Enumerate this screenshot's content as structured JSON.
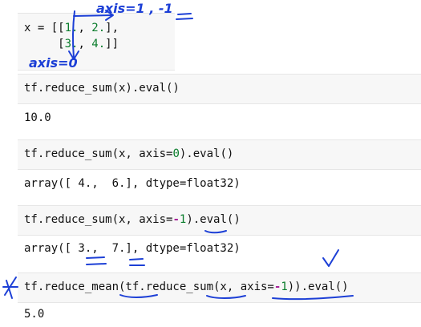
{
  "cells": {
    "cell1": {
      "line1_pre": "x = [[",
      "line1_a": "1.",
      "line1_mid": ", ",
      "line1_b": "2.",
      "line1_post": "],",
      "line2_pre": "     [",
      "line2_a": "3.",
      "line2_mid": ", ",
      "line2_b": "4.",
      "line2_post": "]]"
    },
    "cell2": {
      "code": "tf.reduce_sum(x).eval()",
      "output": "10.0"
    },
    "cell3": {
      "code_pre": "tf.reduce_sum(x, axis=",
      "code_num": "0",
      "code_post": ").eval()",
      "output": "array([ 4.,  6.], dtype=float32)"
    },
    "cell4": {
      "code_pre": "tf.reduce_sum(x, axis=",
      "code_op": "-",
      "code_num": "1",
      "code_post": ").eval()",
      "output": "array([ 3.,  7.], dtype=float32)"
    },
    "cell5": {
      "code_pre": "tf.reduce_mean(tf.reduce_sum(x, axis=",
      "code_op": "-",
      "code_num": "1",
      "code_post": ")).eval()",
      "output": "5.0"
    }
  },
  "annotations": {
    "axis1_label": "axis=1 , -1",
    "axis0_label": "axis=0"
  },
  "colors": {
    "number": "#0a7d2c",
    "operator": "#a8229a",
    "ink": "#1c3fd6"
  }
}
